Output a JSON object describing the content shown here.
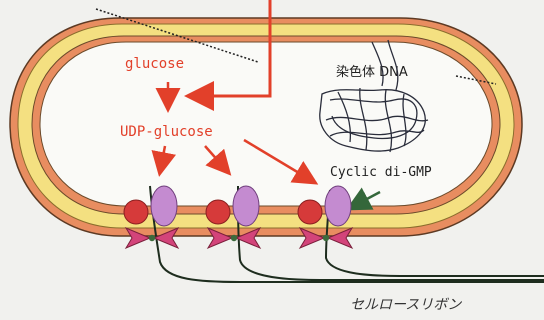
{
  "labels": {
    "glucose": "glucose",
    "udp_glucose": "UDP-glucose",
    "chromosome": "染色体 DNA",
    "cyclic_di_gmp": "Cyclic di-GMP",
    "cellulose_ribbon": "セルロースリボン"
  },
  "colors": {
    "outer_membrane": "#e88d60",
    "periplasm": "#f4e081",
    "cytoplasm": "#fafaf7",
    "arrow_red": "#e2402a",
    "arrow_green": "#34673a",
    "complex_red": "#d63a3a",
    "complex_magenta": "#d3447a",
    "complex_purple": "#c48bd0",
    "dna": "#2a2d3b"
  }
}
